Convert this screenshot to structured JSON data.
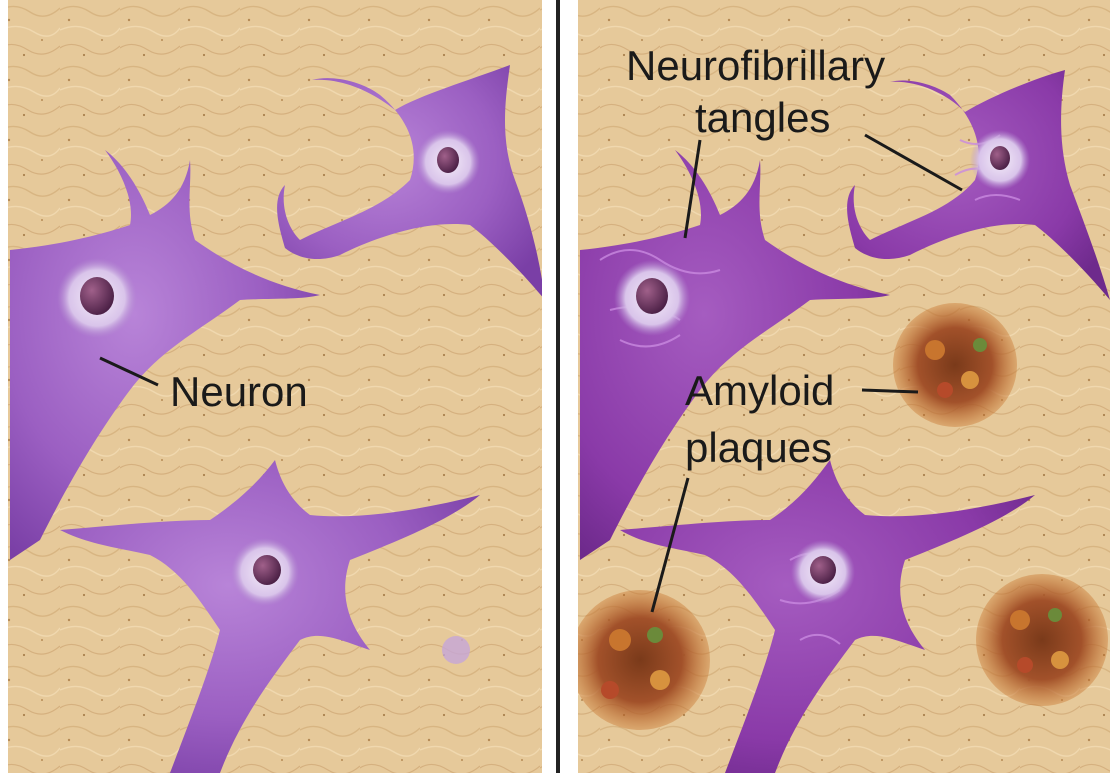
{
  "panels": [
    {
      "id": "normal",
      "labels": {
        "neuron": "Neuron"
      }
    },
    {
      "id": "alzheimers",
      "labels": {
        "tangles_line1": "Neurofibrillary",
        "tangles_line2": "tangles",
        "plaques_line1": "Amyloid",
        "plaques_line2": "plaques"
      }
    }
  ],
  "colors": {
    "tissue": "#e6c99a",
    "tissue_dark": "#cfa974",
    "neuron": "#9b5fc2",
    "neuron_shade": "#7a3fa6",
    "diseased_neuron": "#8a3aa8",
    "nucleus": "#5a2a55",
    "halo": "#e8dcf0",
    "plaque": "#8a3b1c",
    "plaque_light": "#c8752e",
    "divider": "#222222",
    "text": "#1a1a1a"
  },
  "icons": {
    "neuron": "neuron-cell",
    "plaque": "amyloid-plaque-cluster"
  }
}
